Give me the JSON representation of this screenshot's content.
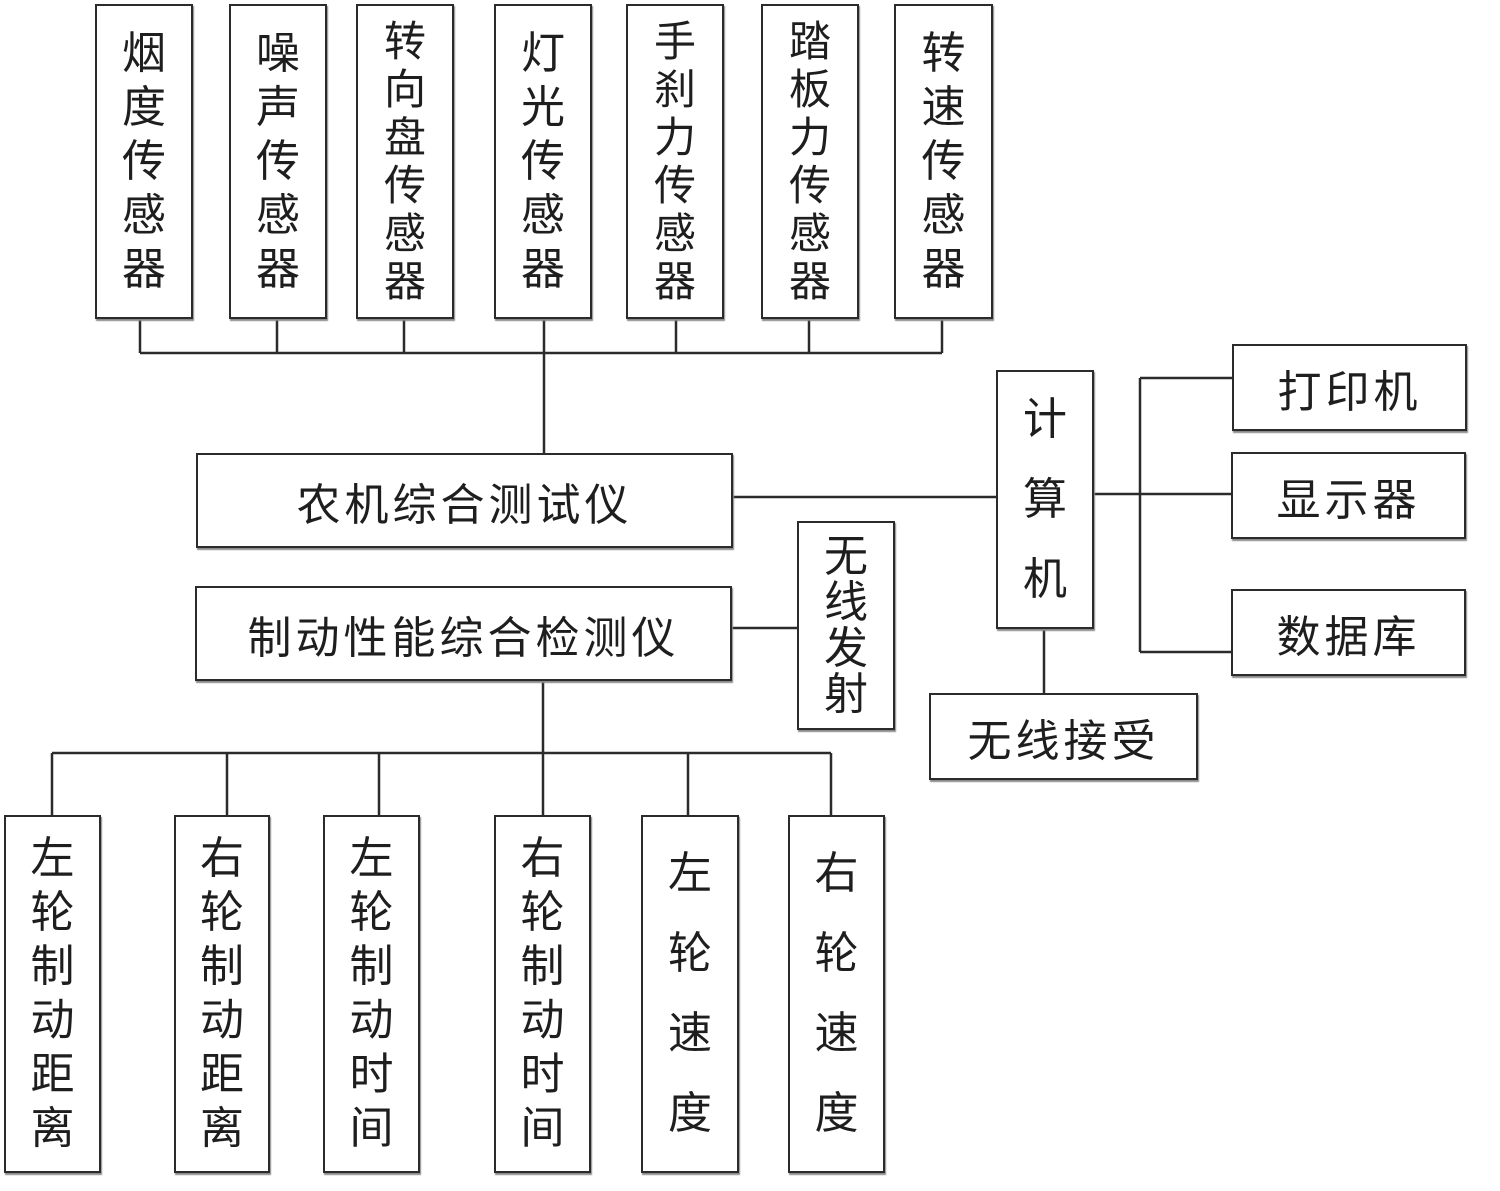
{
  "sensors": [
    "烟度传感器",
    "噪声传感器",
    "转向盘传感器",
    "灯光传感器",
    "手刹力传感器",
    "踏板力传感器",
    "转速传感器"
  ],
  "tester": "农机综合测试仪",
  "brake_tester": "制动性能综合检测仪",
  "wireless_tx": "无线发射",
  "computer": "计算机",
  "wireless_rx": "无线接受",
  "outputs": [
    "打印机",
    "显示器",
    "数据库"
  ],
  "measurements": [
    "左轮制动距离",
    "右轮制动距离",
    "左轮制动时间",
    "右轮制动时间",
    "左轮速度",
    "右轮速度"
  ]
}
